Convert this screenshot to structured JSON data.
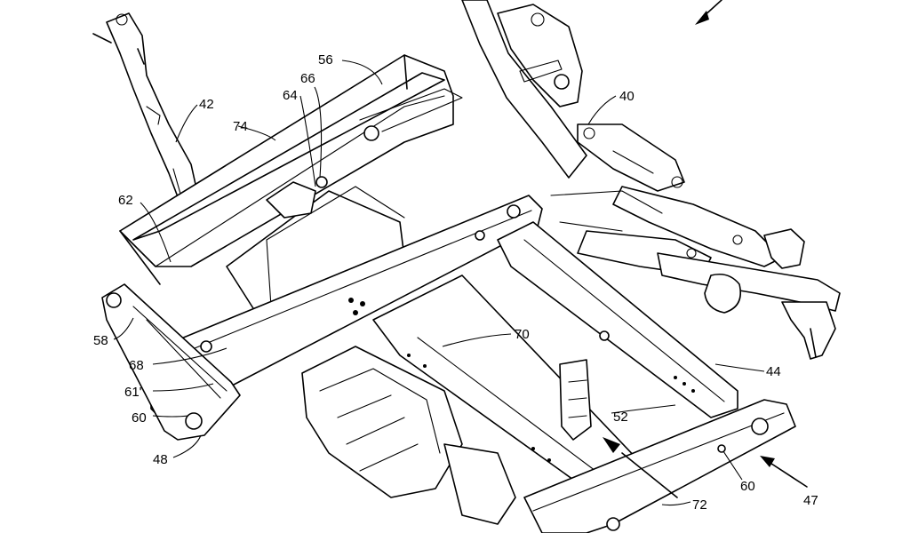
{
  "figure": {
    "labels": [
      {
        "id": "ref-40",
        "text": "40"
      },
      {
        "id": "ref-42",
        "text": "42"
      },
      {
        "id": "ref-44",
        "text": "44"
      },
      {
        "id": "ref-47",
        "text": "47"
      },
      {
        "id": "ref-48",
        "text": "48"
      },
      {
        "id": "ref-52",
        "text": "52"
      },
      {
        "id": "ref-56",
        "text": "56"
      },
      {
        "id": "ref-58",
        "text": "58"
      },
      {
        "id": "ref-60a",
        "text": "60"
      },
      {
        "id": "ref-60b",
        "text": "60"
      },
      {
        "id": "ref-61",
        "text": "61'"
      },
      {
        "id": "ref-62",
        "text": "62"
      },
      {
        "id": "ref-64",
        "text": "64"
      },
      {
        "id": "ref-66",
        "text": "66"
      },
      {
        "id": "ref-68",
        "text": "68"
      },
      {
        "id": "ref-70",
        "text": "70"
      },
      {
        "id": "ref-72",
        "text": "72"
      },
      {
        "id": "ref-74",
        "text": "74"
      }
    ]
  }
}
